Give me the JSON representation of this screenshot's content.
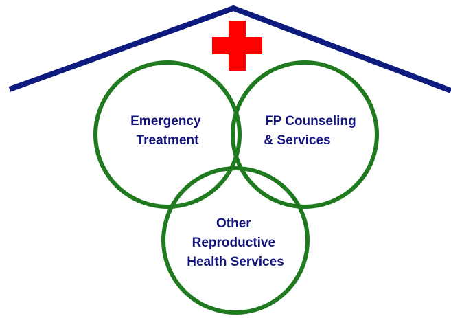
{
  "colors": {
    "roof": "#0d1a7e",
    "cross": "#ff0000",
    "circle_stroke": "#1f7a1f",
    "label_text": "#14147f",
    "background": "#ffffff"
  },
  "icons": {
    "roof": "house-roof-icon",
    "cross": "red-cross-icon"
  },
  "circles": [
    {
      "id": "emergency",
      "label_lines": [
        "Emergency",
        "Treatment"
      ]
    },
    {
      "id": "fp",
      "label_lines": [
        "FP Counseling",
        "& Services"
      ]
    },
    {
      "id": "other",
      "label_lines": [
        "Other",
        "Reproductive",
        "Health Services"
      ]
    }
  ]
}
